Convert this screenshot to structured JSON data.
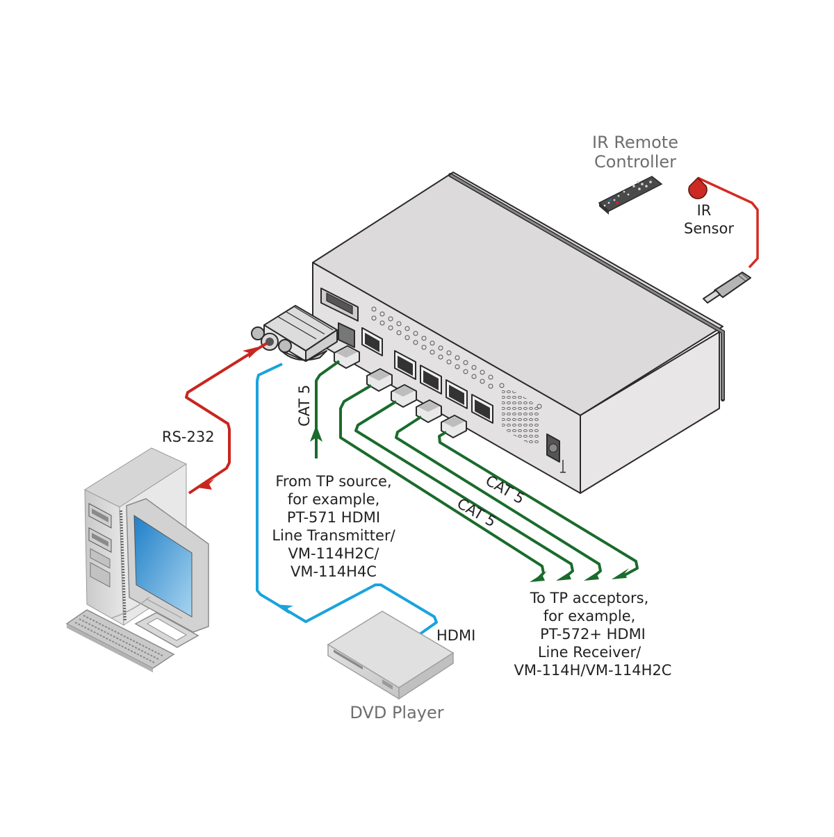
{
  "diagram": {
    "title": "Switcher connection diagram",
    "colors": {
      "rs232_cable": "#c8261f",
      "ir_cable": "#d42a22",
      "cat5_cable": "#1a6b2c",
      "hdmi_cable": "#1aa3dd",
      "device_body": "#e3e1e1",
      "device_top": "#d9d7d7",
      "label_text": "#222222",
      "caption_text": "#6e6e6e",
      "screen": "#3a9ad6"
    },
    "labels": {
      "ir_remote_line1": "IR Remote",
      "ir_remote_line2": "Controller",
      "ir_sensor_line1": "IR",
      "ir_sensor_line2": "Sensor",
      "rs232": "RS-232",
      "cat5_vertical": "CAT 5",
      "cat5_upper": "CAT 5",
      "cat5_lower": "CAT 5",
      "hdmi": "HDMI",
      "dvd_player": "DVD Player"
    },
    "source_note": {
      "lines": [
        "From TP source,",
        "for example,",
        "PT-571 HDMI",
        "Line Transmitter/",
        "VM-114H2C/",
        "VM-114H4C"
      ]
    },
    "acceptor_note": {
      "lines": [
        "To TP acceptors,",
        "for example,",
        "PT-572+ HDMI",
        "Line Receiver/",
        "VM-114H/VM-114H2C"
      ]
    },
    "devices": [
      {
        "name": "Switcher unit",
        "icon": "av-switcher-icon"
      },
      {
        "name": "IR Remote Controller",
        "icon": "remote-control-icon"
      },
      {
        "name": "IR Sensor",
        "icon": "ir-sensor-icon"
      },
      {
        "name": "Computer",
        "icon": "desktop-computer-icon"
      },
      {
        "name": "DVD Player",
        "icon": "dvd-player-icon"
      }
    ],
    "connections": [
      {
        "from": "Computer",
        "to": "Switcher unit",
        "type": "RS-232",
        "color_key": "rs232_cable"
      },
      {
        "from": "IR Sensor",
        "to": "Switcher unit",
        "type": "IR",
        "color_key": "ir_cable"
      },
      {
        "from": "TP source",
        "to": "Switcher unit",
        "type": "CAT 5",
        "color_key": "cat5_cable"
      },
      {
        "from": "Switcher unit",
        "to": "TP acceptor 1",
        "type": "CAT 5",
        "color_key": "cat5_cable"
      },
      {
        "from": "Switcher unit",
        "to": "TP acceptor 2",
        "type": "CAT 5",
        "color_key": "cat5_cable"
      },
      {
        "from": "Switcher unit",
        "to": "TP acceptor 3",
        "type": "CAT 5",
        "color_key": "cat5_cable"
      },
      {
        "from": "Switcher unit",
        "to": "TP acceptor 4",
        "type": "CAT 5",
        "color_key": "cat5_cable"
      },
      {
        "from": "DVD Player",
        "to": "Switcher unit",
        "type": "HDMI",
        "color_key": "hdmi_cable"
      }
    ]
  }
}
